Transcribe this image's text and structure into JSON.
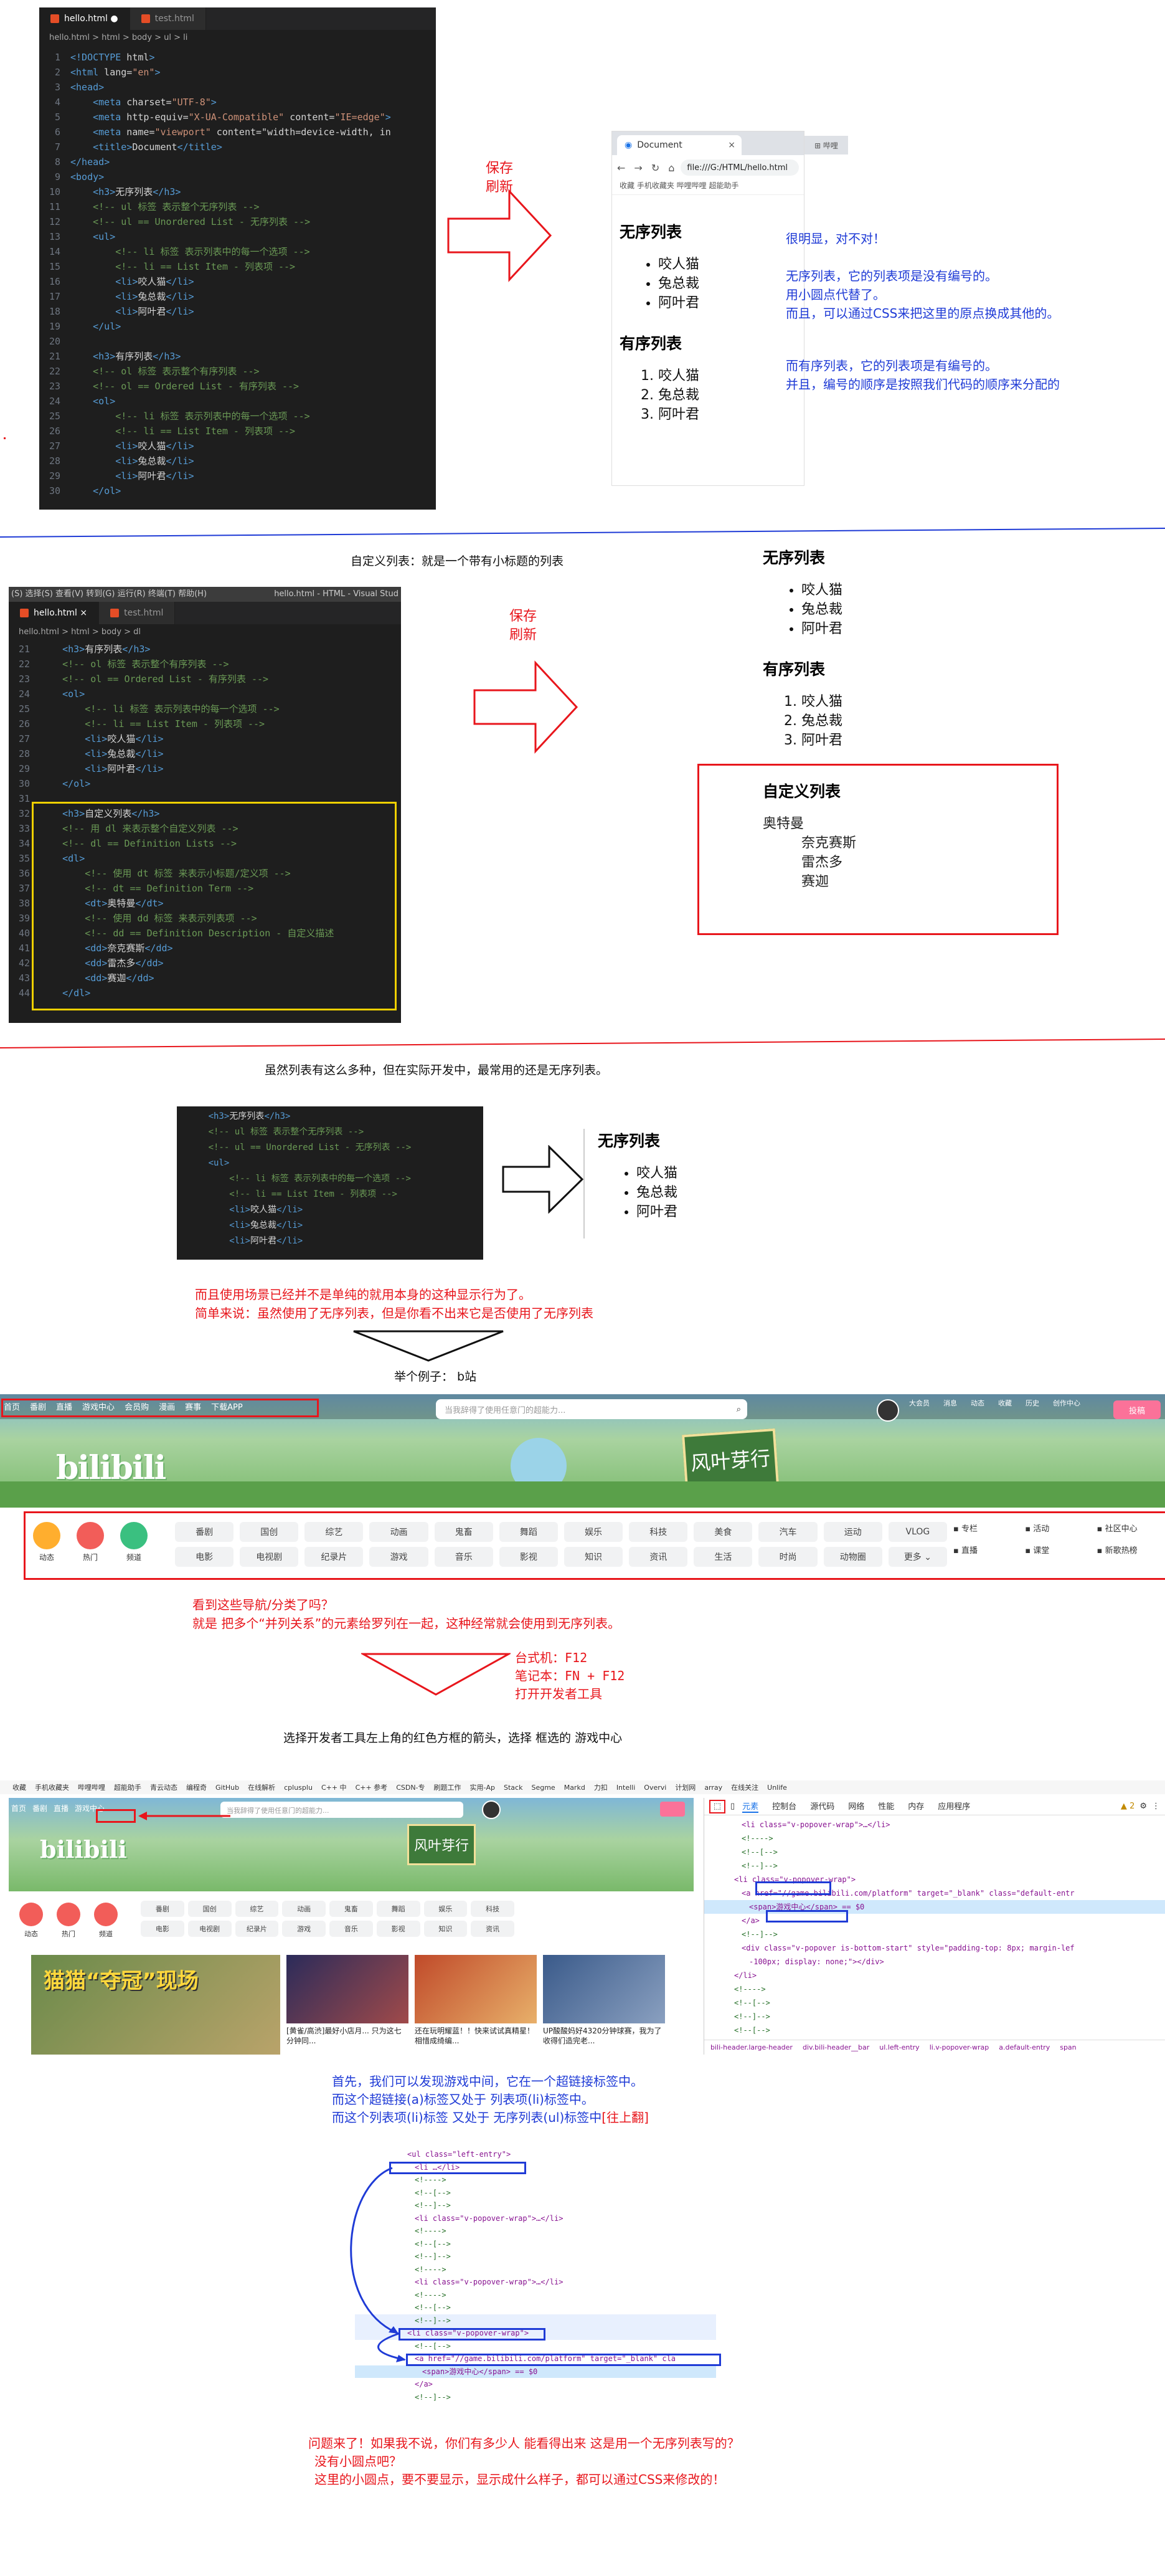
{
  "editor1": {
    "tabs": [
      "hello.html",
      "test.html"
    ],
    "breadcrumb": "hello.html > html > body > ul > li",
    "lines": [
      {
        "n": "1",
        "t": "<!DOCTYPE html>"
      },
      {
        "n": "2",
        "t": "<html lang=\"en\">"
      },
      {
        "n": "3",
        "t": "<head>"
      },
      {
        "n": "4",
        "t": "    <meta charset=\"UTF-8\">"
      },
      {
        "n": "5",
        "t": "    <meta http-equiv=\"X-UA-Compatible\" content=\"IE=edge\">"
      },
      {
        "n": "6",
        "t": "    <meta name=\"viewport\" content=\"width=device-width, in"
      },
      {
        "n": "7",
        "t": "    <title>Document</title>"
      },
      {
        "n": "8",
        "t": "</head>"
      },
      {
        "n": "9",
        "t": "<body>"
      },
      {
        "n": "10",
        "t": "    <h3>无序列表</h3>"
      },
      {
        "n": "11",
        "t": "    <!-- ul 标签 表示整个无序列表 -->"
      },
      {
        "n": "12",
        "t": "    <!-- ul == Unordered List - 无序列表 -->"
      },
      {
        "n": "13",
        "t": "    <ul>"
      },
      {
        "n": "14",
        "t": "        <!-- li 标签 表示列表中的每一个选项 -->"
      },
      {
        "n": "15",
        "t": "        <!-- li == List Item - 列表项 -->"
      },
      {
        "n": "16",
        "t": "        <li>咬人猫</li>"
      },
      {
        "n": "17",
        "t": "        <li>兔总裁</li>"
      },
      {
        "n": "18",
        "t": "        <li>阿叶君</li>"
      },
      {
        "n": "19",
        "t": "    </ul>"
      },
      {
        "n": "20",
        "t": ""
      },
      {
        "n": "21",
        "t": "    <h3>有序列表</h3>"
      },
      {
        "n": "22",
        "t": "    <!-- ol 标签 表示整个有序列表 -->"
      },
      {
        "n": "23",
        "t": "    <!-- ol == Ordered List - 有序列表 -->"
      },
      {
        "n": "24",
        "t": "    <ol>"
      },
      {
        "n": "25",
        "t": "        <!-- li 标签 表示列表中的每一个选项 -->"
      },
      {
        "n": "26",
        "t": "        <!-- li == List Item - 列表项 -->"
      },
      {
        "n": "27",
        "t": "        <li>咬人猫</li>"
      },
      {
        "n": "28",
        "t": "        <li>兔总裁</li>"
      },
      {
        "n": "29",
        "t": "        <li>阿叶君</li>"
      },
      {
        "n": "30",
        "t": "    </ol>"
      }
    ]
  },
  "section1": {
    "arrow_label": "保存\n刷新",
    "browser_tab": "Document",
    "browser_url": "file:///G:/HTML/hello.html",
    "bookmarks": "收藏  手机收藏夹  哔哩哔哩  超能助手",
    "ul_title": "无序列表",
    "ol_title": "有序列表",
    "items": [
      "咬人猫",
      "兔总裁",
      "阿叶君"
    ],
    "note1": "很明显，对不对！",
    "note2": "无序列表，它的列表项是没有编号的。",
    "note3": "用小圆点代替了。",
    "note4": "而且，可以通过CSS来把这里的原点换成其他的。",
    "note5": "而有序列表，它的列表项是有编号的。",
    "note6": "并且，编号的顺序是按照我们代码的顺序来分配的"
  },
  "section2": {
    "heading": "自定义列表：就是一个带有小标题的列表",
    "menu": "(S)  选择(S)  查看(V)  转到(G)  运行(R)  终端(T)  帮助(H)",
    "window_title": "hello.html - HTML - Visual Stud",
    "tabs": [
      "hello.html",
      "test.html"
    ],
    "breadcrumb": "hello.html > html > body > dl",
    "lines": [
      {
        "n": "21",
        "t": "    <h3>有序列表</h3>"
      },
      {
        "n": "22",
        "t": "    <!-- ol 标签 表示整个有序列表 -->"
      },
      {
        "n": "23",
        "t": "    <!-- ol == Ordered List - 有序列表 -->"
      },
      {
        "n": "24",
        "t": "    <ol>"
      },
      {
        "n": "25",
        "t": "        <!-- li 标签 表示列表中的每一个选项 -->"
      },
      {
        "n": "26",
        "t": "        <!-- li == List Item - 列表项 -->"
      },
      {
        "n": "27",
        "t": "        <li>咬人猫</li>"
      },
      {
        "n": "28",
        "t": "        <li>兔总裁</li>"
      },
      {
        "n": "29",
        "t": "        <li>阿叶君</li>"
      },
      {
        "n": "30",
        "t": "    </ol>"
      },
      {
        "n": "31",
        "t": ""
      },
      {
        "n": "32",
        "t": "    <h3>自定义列表</h3>"
      },
      {
        "n": "33",
        "t": "    <!-- 用 dl 来表示整个自定义列表 -->"
      },
      {
        "n": "34",
        "t": "    <!-- dl == Definition Lists -->"
      },
      {
        "n": "35",
        "t": "    <dl>"
      },
      {
        "n": "36",
        "t": "        <!-- 使用 dt 标签 来表示小标题/定义项 -->"
      },
      {
        "n": "37",
        "t": "        <!-- dt == Definition Term -->"
      },
      {
        "n": "38",
        "t": "        <dt>奥特曼</dt>"
      },
      {
        "n": "39",
        "t": "        <!-- 使用 dd 标签 来表示列表项 -->"
      },
      {
        "n": "40",
        "t": "        <!-- dd == Definition Description - 自定义描述"
      },
      {
        "n": "41",
        "t": "        <dd>奈克赛斯</dd>"
      },
      {
        "n": "42",
        "t": "        <dd>雷杰多</dd>"
      },
      {
        "n": "43",
        "t": "        <dd>赛迦</dd>"
      },
      {
        "n": "44",
        "t": "    </dl>"
      }
    ],
    "arrow_label": "保存\n刷新",
    "ul_title": "无序列表",
    "ol_title": "有序列表",
    "dl_title": "自定义列表",
    "items": [
      "咬人猫",
      "兔总裁",
      "阿叶君"
    ],
    "dt": "奥特曼",
    "dd": [
      "奈克赛斯",
      "雷杰多",
      "赛迦"
    ]
  },
  "section3": {
    "heading": "虽然列表有这么多种，但在实际开发中，最常用的还是无序列表。",
    "lines": [
      {
        "t": "    <h3>无序列表</h3>"
      },
      {
        "t": "    <!-- ul 标签 表示整个无序列表 -->"
      },
      {
        "t": "    <!-- ul == Unordered List - 无序列表 -->"
      },
      {
        "t": "    <ul>"
      },
      {
        "t": "        <!-- li 标签 表示列表中的每一个选项 -->"
      },
      {
        "t": "        <!-- li == List Item - 列表项 -->"
      },
      {
        "t": "        <li>咬人猫</li>"
      },
      {
        "t": "        <li>兔总裁</li>"
      },
      {
        "t": "        <li>阿叶君</li>"
      }
    ],
    "ul_title": "无序列表",
    "items": [
      "咬人猫",
      "兔总裁",
      "阿叶君"
    ],
    "red1": "而且使用场景已经并不是单纯的就用本身的这种显示行为了。",
    "red2": "简单来说：虽然使用了无序列表，但是你看不出来它是否使用了无序列表",
    "example": "举个例子： b站"
  },
  "bili": {
    "nav": [
      "首页",
      "番剧",
      "直播",
      "游戏中心",
      "会员购",
      "漫画",
      "赛事",
      "下载APP"
    ],
    "search_placeholder": "当我辞得了使用任意门的超能力...",
    "right_icons": [
      "大会员",
      "消息",
      "动态",
      "收藏",
      "历史",
      "创作中心"
    ],
    "upload": "投稿",
    "channel_left": [
      "动态",
      "热门",
      "频道"
    ],
    "channels_row1": [
      "番剧",
      "国创",
      "综艺",
      "动画",
      "鬼畜",
      "舞蹈",
      "娱乐",
      "科技",
      "美食",
      "汽车",
      "运动",
      "VLOG"
    ],
    "channels_row2": [
      "电影",
      "电视剧",
      "纪录片",
      "游戏",
      "音乐",
      "影视",
      "知识",
      "资讯",
      "生活",
      "时尚",
      "动物圈",
      "更多 ⌄"
    ],
    "channels_right": [
      "专栏",
      "活动",
      "社区中心",
      "直播",
      "课堂",
      "新歌热榜"
    ],
    "banner": "风叶芽行"
  },
  "section4": {
    "red1": "看到这些导航/分类了吗？",
    "red2": "就是 把多个“并列关系”的元素给罗列在一起，这种经常就会使用到无序列表。",
    "shortcut1": "台式机：F12",
    "shortcut2": "笔记本：FN + F12",
    "shortcut3": "打开开发者工具",
    "instruction": "选择开发者工具左上角的红色方框的箭头，选择 框选的 游戏中心"
  },
  "devtools": {
    "bookmarks": [
      "收藏",
      "手机收藏夹",
      "哔哩哔哩",
      "超能助手",
      "青云动态",
      "编程奇",
      "GitHub",
      "在线解析",
      "cplusplu",
      "C++ 中",
      "C++ 参考",
      "CSDN-专",
      "刷题工作",
      "实用-Ap",
      "Stack",
      "Segme",
      "Markd",
      "力扣",
      "Intelli",
      "Overvi",
      "计划网",
      "array",
      "在线关注",
      "Unlife"
    ],
    "tabs": [
      "元素",
      "控制台",
      "源代码",
      "网络",
      "性能",
      "内存",
      "应用程序"
    ],
    "warn": "2",
    "dom_lines": [
      "<li class=\"v-popover-wrap\">…</li>",
      "<!---->",
      "<!--[-->",
      "<!--]-->",
      "<li class=\"v-popover-wrap\">",
      "<a href=\"//game.bilibili.com/platform\" target=\"_blank\" class=\"default-entr",
      "<span>游戏中心</span> == $0",
      "</a>",
      "<!--]-->",
      "<div class=\"v-popover is-bottom-start\" style=\"padding-top: 8px; margin-lef",
      "-100px; display: none;\"></div>",
      "</li>",
      "<!---->",
      "<!--[-->",
      "<!--]-->",
      "<!--[-->"
    ],
    "status": [
      "bili-header.large-header",
      "div.bili-header__bar",
      "ul.left-entry",
      "li.v-popover-wrap",
      "a.default-entry",
      "span"
    ],
    "video_caption1": "[黄雀/高渋]最好小店月... 只为这七分钟同...",
    "video_caption2": "还在玩明耀蓝！！快来试试真精星！相惜成绮编...",
    "video_caption3": "UP酸酸妈好4320分钟球赛，我为了收得们造完老...",
    "game_banner": "猫猫“夺冠”现场"
  },
  "section5": {
    "blue1": "首先，我们可以发现游戏中间，它在一个超链接标签中。",
    "blue2": "而这个超链接(a)标签又处于 列表项(li)标签中。",
    "blue3": "而这个列表项(li)标签 又处于 无序列表(ul)标签中",
    "blue3_red": "[往上翻]",
    "dom_lines": [
      "<ul class=\"left-entry\">",
      "<li …</li>",
      "<!---->",
      "<!--[-->",
      "<!--]-->",
      "<li class=\"v-popover-wrap\">…</li>",
      "<!---->",
      "<!--[-->",
      "<!--]-->",
      "<!---->",
      "<li class=\"v-popover-wrap\">…</li>",
      "<!---->",
      "<!--[-->",
      "<!--]-->",
      "<li class=\"v-popover-wrap\">",
      "<!--[-->",
      "<a href=\"//game.bilibili.com/platform\" target=\"_blank\" cla",
      "<span>游戏中心</span> == $0",
      "</a>",
      "<!--]-->"
    ],
    "red1": "问题来了！如果我不说，你们有多少人 能看得出来 这是用一个无序列表写的？",
    "red2": "没有小圆点吧？",
    "red3": "这里的小圆点，要不要显示，显示成什么样子，都可以通过CSS来修改的！"
  },
  "colors": {
    "accent_red": "#e8161c",
    "accent_blue": "#1f3bd6",
    "bili_pink": "#fb7299"
  }
}
